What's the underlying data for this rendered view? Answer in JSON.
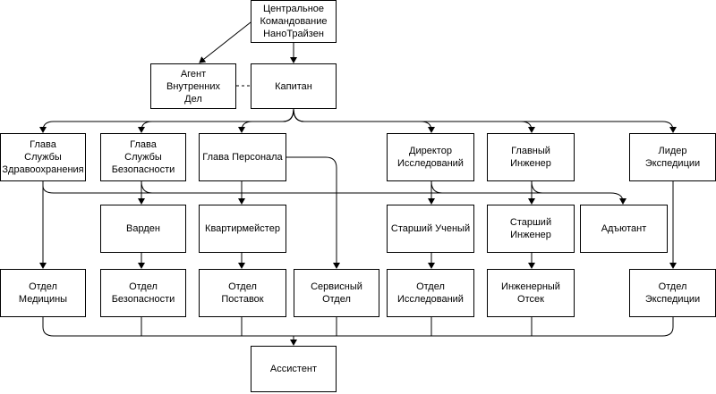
{
  "nodes": {
    "central_command": "Центральное\nКомандование\nНаноТрайзен",
    "internal_affairs_agent": "Агент\nВнутренних\nДел",
    "captain": "Капитан",
    "chief_medical": "Глава\nСлужбы\nЗдравоохранения",
    "head_of_security": "Глава\nСлужбы\nБезопасности",
    "head_of_personnel": "Глава Персонала",
    "research_director": "Директор\nИсследований",
    "chief_engineer": "Главный\nИнженер",
    "expedition_leader": "Лидер\nЭкспедиции",
    "warden": "Варден",
    "quartermaster": "Квартирмейстер",
    "senior_scientist": "Старший Ученый",
    "senior_engineer": "Старший Инженер",
    "adjutant": "Адъютант",
    "medical_dept": "Отдел\nМедицины",
    "security_dept": "Отдел\nБезопасности",
    "supply_dept": "Отдел\nПоставок",
    "service_dept": "Сервисный\nОтдел",
    "research_dept": "Отдел\nИсследований",
    "engineering_dept": "Инженерный\nОтсек",
    "expedition_dept": "Отдел\nЭкспедиции",
    "assistant": "Ассистент"
  },
  "colors": {
    "line": "#000000",
    "box_border": "#000000",
    "box_fill": "#ffffff"
  }
}
